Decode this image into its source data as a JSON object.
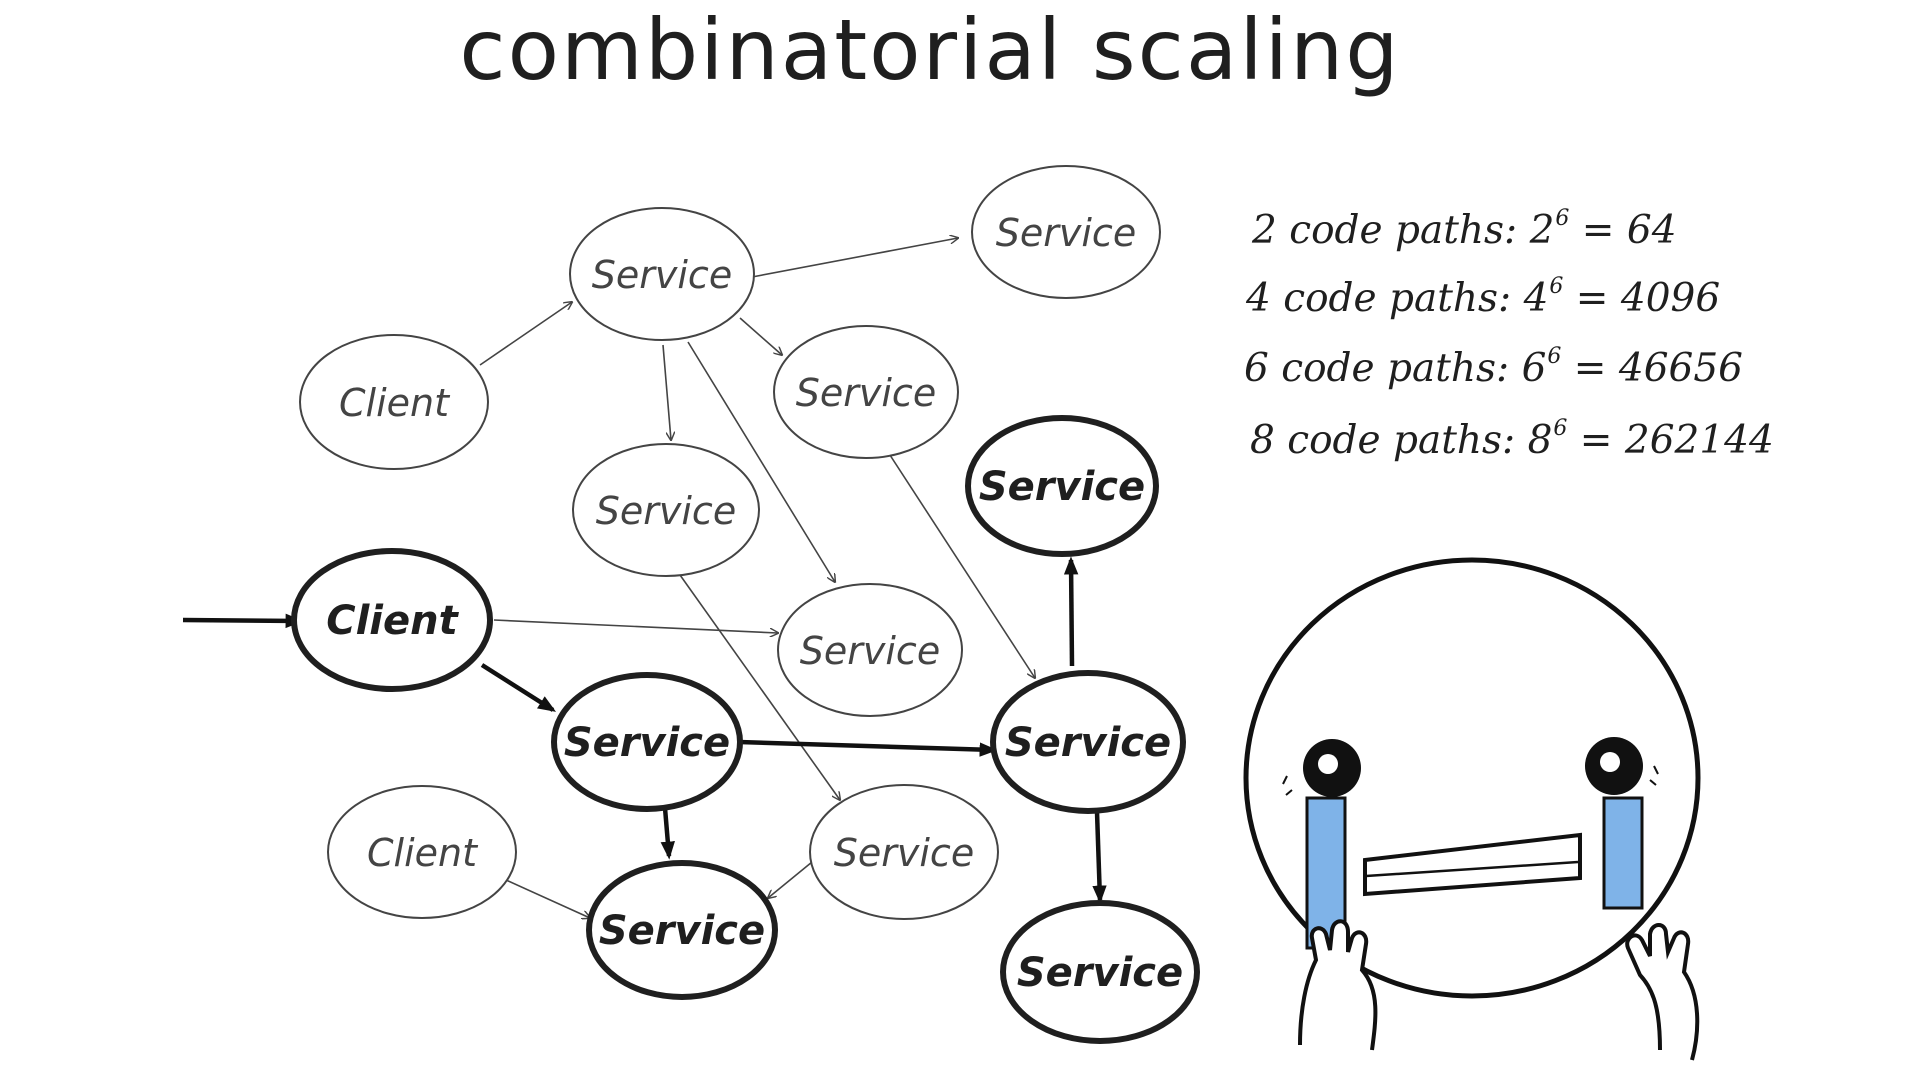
{
  "title": "combinatorial scaling",
  "nodes": [
    {
      "id": "svc-top-right",
      "label": "Service",
      "highlight": false
    },
    {
      "id": "svc-top",
      "label": "Service",
      "highlight": false
    },
    {
      "id": "client-upper",
      "label": "Client",
      "highlight": false
    },
    {
      "id": "svc-mid-right",
      "label": "Service",
      "highlight": false
    },
    {
      "id": "svc-mid-left",
      "label": "Service",
      "highlight": false
    },
    {
      "id": "svc-center",
      "label": "Service",
      "highlight": false
    },
    {
      "id": "client-lower",
      "label": "Client",
      "highlight": false
    },
    {
      "id": "svc-bottom-mid",
      "label": "Service",
      "highlight": false
    },
    {
      "id": "client-main",
      "label": "Client",
      "highlight": true
    },
    {
      "id": "svc-hub",
      "label": "Service",
      "highlight": true
    },
    {
      "id": "svc-right-hub",
      "label": "Service",
      "highlight": true
    },
    {
      "id": "svc-right-top",
      "label": "Service",
      "highlight": true
    },
    {
      "id": "svc-bottom-left",
      "label": "Service",
      "highlight": true
    },
    {
      "id": "svc-bottom-right",
      "label": "Service",
      "highlight": true
    }
  ],
  "code_paths": [
    {
      "count": "2",
      "label": "code paths",
      "base": "2",
      "exponent": "6",
      "result": "64"
    },
    {
      "count": "4",
      "label": "code paths",
      "base": "4",
      "exponent": "6",
      "result": "4096"
    },
    {
      "count": "6",
      "label": "code paths",
      "base": "6",
      "exponent": "6",
      "result": "46656"
    },
    {
      "count": "8",
      "label": "code paths",
      "base": "8",
      "exponent": "6",
      "result": "262144"
    }
  ],
  "colors": {
    "ink": "#1f1f1f",
    "thin_ink": "#444444",
    "tears": "#7fb3e8"
  },
  "illustration": {
    "subject": "crying-face-icon"
  }
}
